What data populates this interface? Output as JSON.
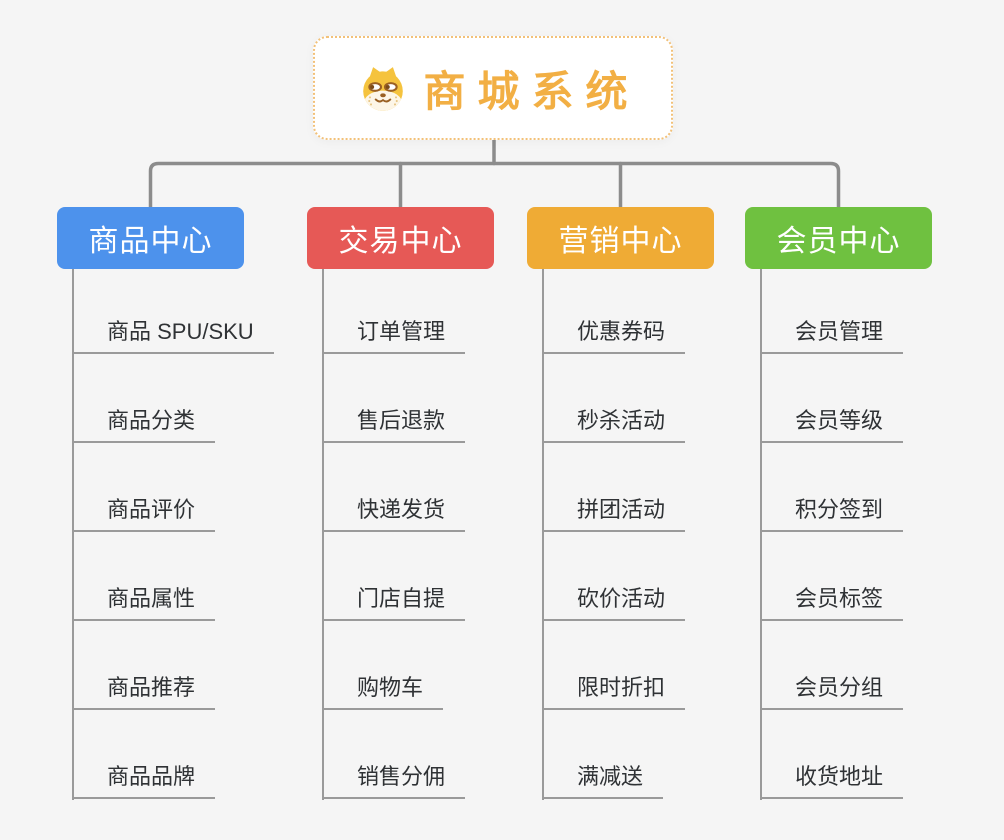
{
  "root": {
    "title": "商城系统",
    "icon": "dog-face-icon",
    "text_color": "#f2af44",
    "border_color": "#f2c179"
  },
  "branches": [
    {
      "label": "商品中心",
      "color": "#4d92ec",
      "items": [
        "商品 SPU/SKU",
        "商品分类",
        "商品评价",
        "商品属性",
        "商品推荐",
        "商品品牌"
      ]
    },
    {
      "label": "交易中心",
      "color": "#e65956",
      "items": [
        "订单管理",
        "售后退款",
        "快递发货",
        "门店自提",
        "购物车",
        "销售分佣"
      ]
    },
    {
      "label": "营销中心",
      "color": "#efab35",
      "items": [
        "优惠券码",
        "秒杀活动",
        "拼团活动",
        "砍价活动",
        "限时折扣",
        "满减送"
      ]
    },
    {
      "label": "会员中心",
      "color": "#6fc140",
      "items": [
        "会员管理",
        "会员等级",
        "积分签到",
        "会员标签",
        "会员分组",
        "收货地址"
      ]
    }
  ],
  "colors": {
    "background": "#f5f5f5",
    "connector_line": "#8c8c8c",
    "leaf_line": "#9a9a9a",
    "leaf_text": "#2f3235"
  }
}
